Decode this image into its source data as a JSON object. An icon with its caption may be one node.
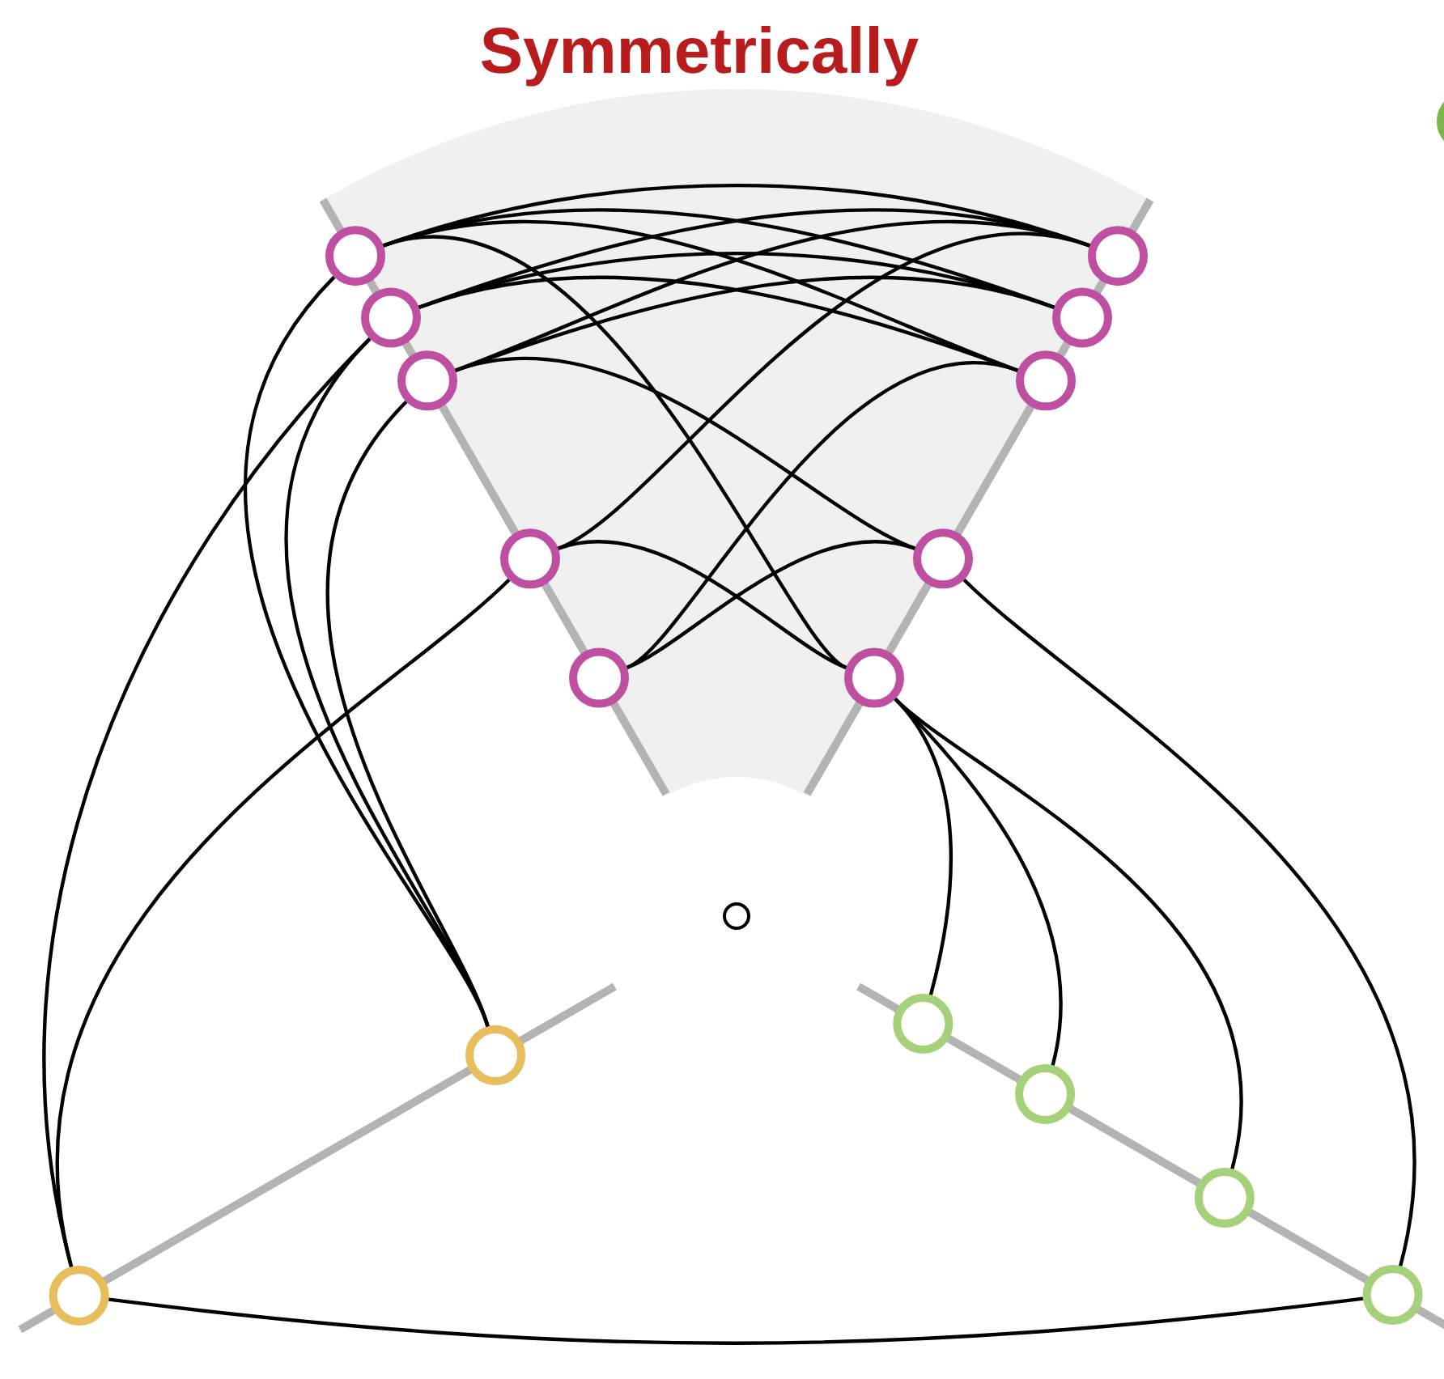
{
  "diagram": {
    "title": "Symmetrically",
    "nodes": [
      {
        "text": [],
        "shape": "circle"
      },
      {
        "text": [],
        "shape": "circle"
      },
      {
        "text": [],
        "shape": "circle"
      },
      {
        "text": [],
        "shape": "circle"
      },
      {
        "text": [],
        "shape": "circle"
      },
      {
        "text": [],
        "shape": "circle"
      },
      {
        "text": [],
        "shape": "circle"
      },
      {
        "text": [],
        "shape": "circle"
      },
      {
        "text": [],
        "shape": "circle"
      },
      {
        "text": [],
        "shape": "circle"
      },
      {
        "text": [],
        "shape": "circle"
      },
      {
        "text": [],
        "shape": "circle"
      },
      {
        "text": [],
        "shape": "circle"
      },
      {
        "text": [],
        "shape": "circle"
      },
      {
        "text": [],
        "shape": "circle"
      },
      {
        "text": [],
        "shape": "circle"
      },
      {
        "text": [],
        "shape": "circle"
      },
      {
        "text": [],
        "shape": "circle"
      }
    ],
    "edges": [
      {
        "from": 1,
        "to": 2,
        "arrow": "none"
      },
      {
        "from": 1,
        "to": 4,
        "arrow": "none"
      },
      {
        "from": 1,
        "to": 6,
        "arrow": "none"
      },
      {
        "from": 1,
        "to": 10,
        "arrow": "none"
      },
      {
        "from": 1,
        "to": 12,
        "arrow": "none"
      },
      {
        "from": 3,
        "to": 2,
        "arrow": "none"
      },
      {
        "from": 3,
        "to": 4,
        "arrow": "none"
      },
      {
        "from": 3,
        "to": 6,
        "arrow": "none"
      },
      {
        "from": 3,
        "to": 12,
        "arrow": "none"
      },
      {
        "from": 3,
        "to": 16,
        "arrow": "none"
      },
      {
        "from": 5,
        "to": 2,
        "arrow": "none"
      },
      {
        "from": 5,
        "to": 4,
        "arrow": "none"
      },
      {
        "from": 5,
        "to": 8,
        "arrow": "none"
      },
      {
        "from": 5,
        "to": 12,
        "arrow": "none"
      },
      {
        "from": 2,
        "to": 7,
        "arrow": "none"
      },
      {
        "from": 6,
        "to": 9,
        "arrow": "none"
      },
      {
        "from": 8,
        "to": 9,
        "arrow": "none"
      },
      {
        "from": 7,
        "to": 10,
        "arrow": "none"
      },
      {
        "from": 7,
        "to": 16,
        "arrow": "none"
      },
      {
        "from": 10,
        "to": 13,
        "arrow": "none"
      },
      {
        "from": 10,
        "to": 14,
        "arrow": "none"
      },
      {
        "from": 10,
        "to": 15,
        "arrow": "none"
      },
      {
        "from": 8,
        "to": 17,
        "arrow": "none"
      },
      {
        "from": 16,
        "to": 17,
        "arrow": "none"
      }
    ]
  }
}
